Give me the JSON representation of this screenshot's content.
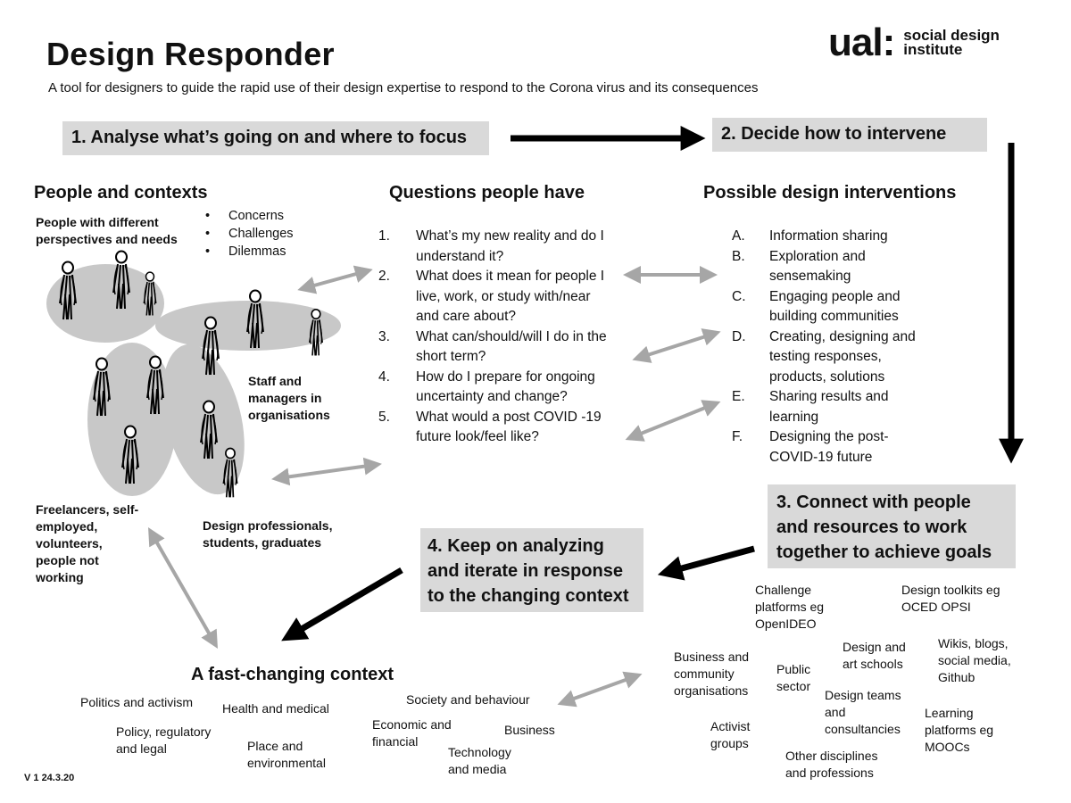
{
  "header": {
    "title": "Design Responder",
    "subtitle": "A tool for designers to guide the rapid use of their design expertise to respond to the Corona virus and its consequences",
    "logo_mark": "ual:",
    "logo_line1": "social design",
    "logo_line2": "institute",
    "logo_icon": "ual-logo-icon"
  },
  "steps": {
    "step1": "1. Analyse what’s going on and where to focus",
    "step2": "2. Decide how to intervene",
    "step3": "3. Connect with people and resources to work together to achieve goals",
    "step4": "4. Keep on analyzing and iterate in response to the changing context"
  },
  "people": {
    "heading": "People and contexts",
    "different": "People with different perspectives and needs",
    "bullets": [
      "Concerns",
      "Challenges",
      "Dilemmas"
    ],
    "staff": "Staff and managers in organisations",
    "freelancers": "Freelancers, self-employed, volunteers, people not working",
    "design_pros": "Design professionals, students, graduates",
    "figure_icon": "person-figure-icon"
  },
  "questions": {
    "heading": "Questions people have",
    "items": [
      {
        "num": "1.",
        "text": "What’s my new reality and do I understand it?"
      },
      {
        "num": "2.",
        "text": "What does it mean for people I live, work, or study with/near and care about?"
      },
      {
        "num": "3.",
        "text": "What can/should/will I do in the short term?"
      },
      {
        "num": "4.",
        "text": "How do I prepare for ongoing uncertainty and change?"
      },
      {
        "num": "5.",
        "text": "What would a post COVID -19 future look/feel like?"
      }
    ]
  },
  "interventions": {
    "heading": "Possible design interventions",
    "items": [
      {
        "num": "A.",
        "text": "Information sharing"
      },
      {
        "num": "B.",
        "text": "Exploration and sensemaking"
      },
      {
        "num": "C.",
        "text": "Engaging people and building communities"
      },
      {
        "num": "D.",
        "text": "Creating, designing and testing responses, products, solutions"
      },
      {
        "num": "E.",
        "text": "Sharing results and learning"
      },
      {
        "num": "F.",
        "text": "Designing the post-COVID-19 future"
      }
    ]
  },
  "context": {
    "heading": "A fast-changing context",
    "labels": {
      "politics": "Politics and activism",
      "health": "Health and medical",
      "society": "Society and behaviour",
      "policy": "Policy, regulatory and legal",
      "place": "Place and environmental",
      "economic": "Economic and financial",
      "business": "Business",
      "technology": "Technology and media"
    }
  },
  "resources": {
    "challenge": "Challenge platforms eg OpenIDEO",
    "toolkits": "Design toolkits eg OCED OPSI",
    "business_community": "Business and community organisations",
    "public_sector": "Public sector",
    "schools": "Design and art schools",
    "wikis": "Wikis, blogs, social media, Github",
    "teams": "Design teams and consultancies",
    "learning": "Learning platforms eg MOOCs",
    "activist": "Activist groups",
    "other": "Other disciplines and professions"
  },
  "version": "V 1 24.3.20",
  "colors": {
    "box_gray": "#d9d9d9",
    "arrow_gray": "#a6a6a6",
    "ellipse_gray": "#c8c8c8",
    "black": "#000000"
  }
}
